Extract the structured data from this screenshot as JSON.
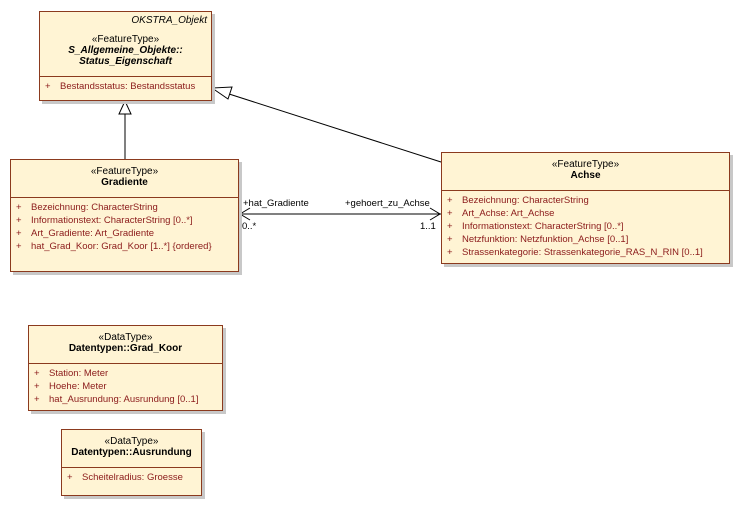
{
  "status": {
    "namespace": "OKSTRA_Objekt",
    "stereotype": "«FeatureType»",
    "name_line1": "S_Allgemeine_Objekte::",
    "name_line2": "Status_Eigenschaft",
    "attributes": [
      "Bestandsstatus: Bestandsstatus"
    ]
  },
  "gradiente": {
    "stereotype": "«FeatureType»",
    "name": "Gradiente",
    "attributes": [
      "Bezeichnung: CharacterString",
      "Informationstext: CharacterString [0..*]",
      "Art_Gradiente: Art_Gradiente",
      "hat_Grad_Koor: Grad_Koor [1..*] {ordered}"
    ]
  },
  "achse": {
    "stereotype": "«FeatureType»",
    "name": "Achse",
    "attributes": [
      "Bezeichnung: CharacterString",
      "Art_Achse: Art_Achse",
      "Informationstext: CharacterString [0..*]",
      "Netzfunktion: Netzfunktion_Achse [0..1]",
      "Strassenkategorie: Strassenkategorie_RAS_N_RIN [0..1]"
    ]
  },
  "grad_koor": {
    "stereotype": "«DataType»",
    "name": "Datentypen::Grad_Koor",
    "attributes": [
      "Station: Meter",
      "Hoehe: Meter",
      "hat_Ausrundung: Ausrundung [0..1]"
    ]
  },
  "ausrundung": {
    "stereotype": "«DataType»",
    "name": "Datentypen::Ausrundung",
    "attributes": [
      "Scheitelradius: Groesse"
    ]
  },
  "association": {
    "source_role": "+hat_Gradiente",
    "source_mult": "0..*",
    "target_role": "+gehoert_zu_Achse",
    "target_mult": "1..1"
  },
  "plus_sign": "+"
}
